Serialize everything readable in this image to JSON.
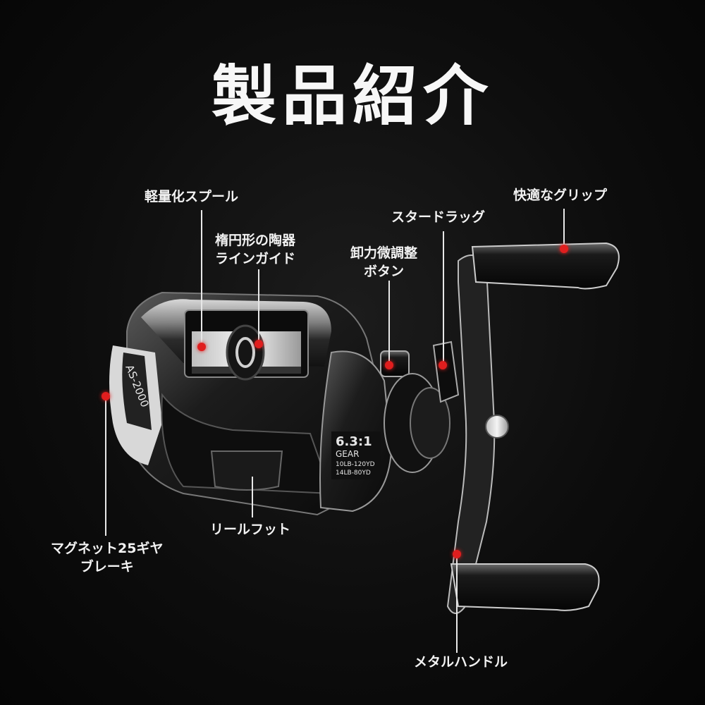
{
  "title": "製品紹介",
  "colors": {
    "background": "#0b0b0b",
    "text": "#f2f2f2",
    "marker": "#e01e1e",
    "leader_line": "#e8e8e8"
  },
  "product": {
    "model": "AS-2000",
    "gear_ratio": "6.3:1",
    "gear_label": "GEAR",
    "line_capacity": [
      "10LB-120YD",
      "14LB-80YD"
    ]
  },
  "callouts": [
    {
      "id": "lightweight-spool",
      "lines": [
        "軽量化スプール"
      ]
    },
    {
      "id": "ceramic-line-guide",
      "lines": [
        "楕円形の陶器",
        "ラインガイド"
      ]
    },
    {
      "id": "drag-fine-adjust-button",
      "lines": [
        "卸力微調整",
        "ボタン"
      ]
    },
    {
      "id": "star-drag",
      "lines": [
        "スタードラッグ"
      ]
    },
    {
      "id": "comfortable-grip",
      "lines": [
        "快適なグリップ"
      ]
    },
    {
      "id": "magnetic-brake",
      "lines": [
        "マグネット25ギヤ",
        "ブレーキ"
      ]
    },
    {
      "id": "reel-foot",
      "lines": [
        "リールフット"
      ]
    },
    {
      "id": "metal-handle",
      "lines": [
        "メタルハンドル"
      ]
    }
  ]
}
